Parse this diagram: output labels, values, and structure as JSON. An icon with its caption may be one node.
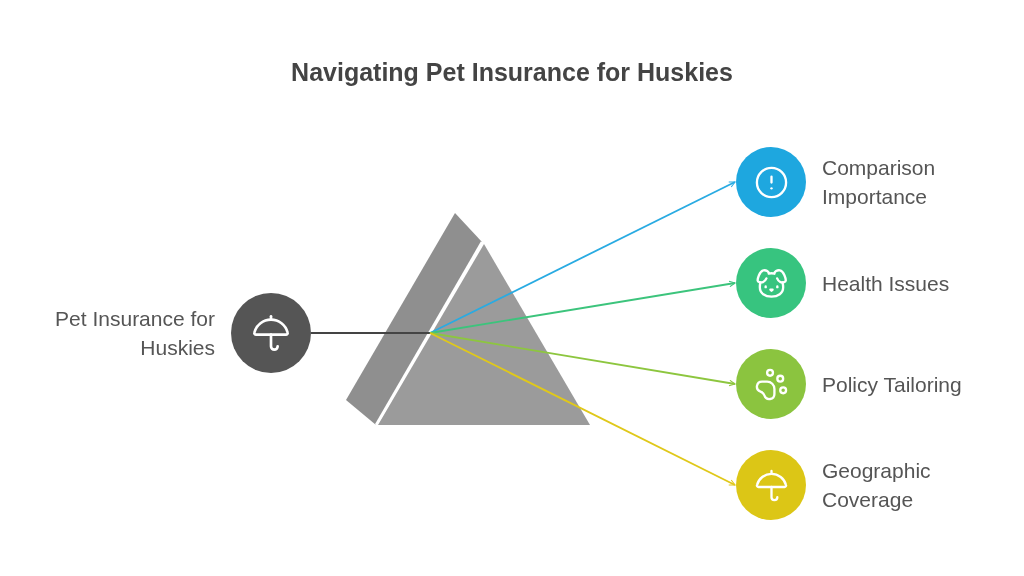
{
  "diagram": {
    "title": "Navigating Pet Insurance for Huskies",
    "nodes": [
      {
        "text": [
          "Pet Insurance for Huskies"
        ]
      },
      {
        "text": [],
        "shape": "prism"
      },
      {
        "text": [
          "Comparison Importance"
        ]
      },
      {
        "text": [
          "Health Issues"
        ]
      },
      {
        "text": [
          "Policy Tailoring"
        ]
      },
      {
        "text": [
          "Geographic Coverage"
        ]
      }
    ],
    "edges": [
      {
        "from": 0,
        "to": 1,
        "arrow": "none",
        "color": "#444444"
      },
      {
        "from": 1,
        "to": 2,
        "arrow": "to",
        "color": "#29abe2"
      },
      {
        "from": 1,
        "to": 3,
        "arrow": "to",
        "color": "#3cc47c"
      },
      {
        "from": 1,
        "to": 4,
        "arrow": "to",
        "color": "#8dc63f"
      },
      {
        "from": 1,
        "to": 5,
        "arrow": "to",
        "color": "#e0c81a"
      }
    ]
  }
}
